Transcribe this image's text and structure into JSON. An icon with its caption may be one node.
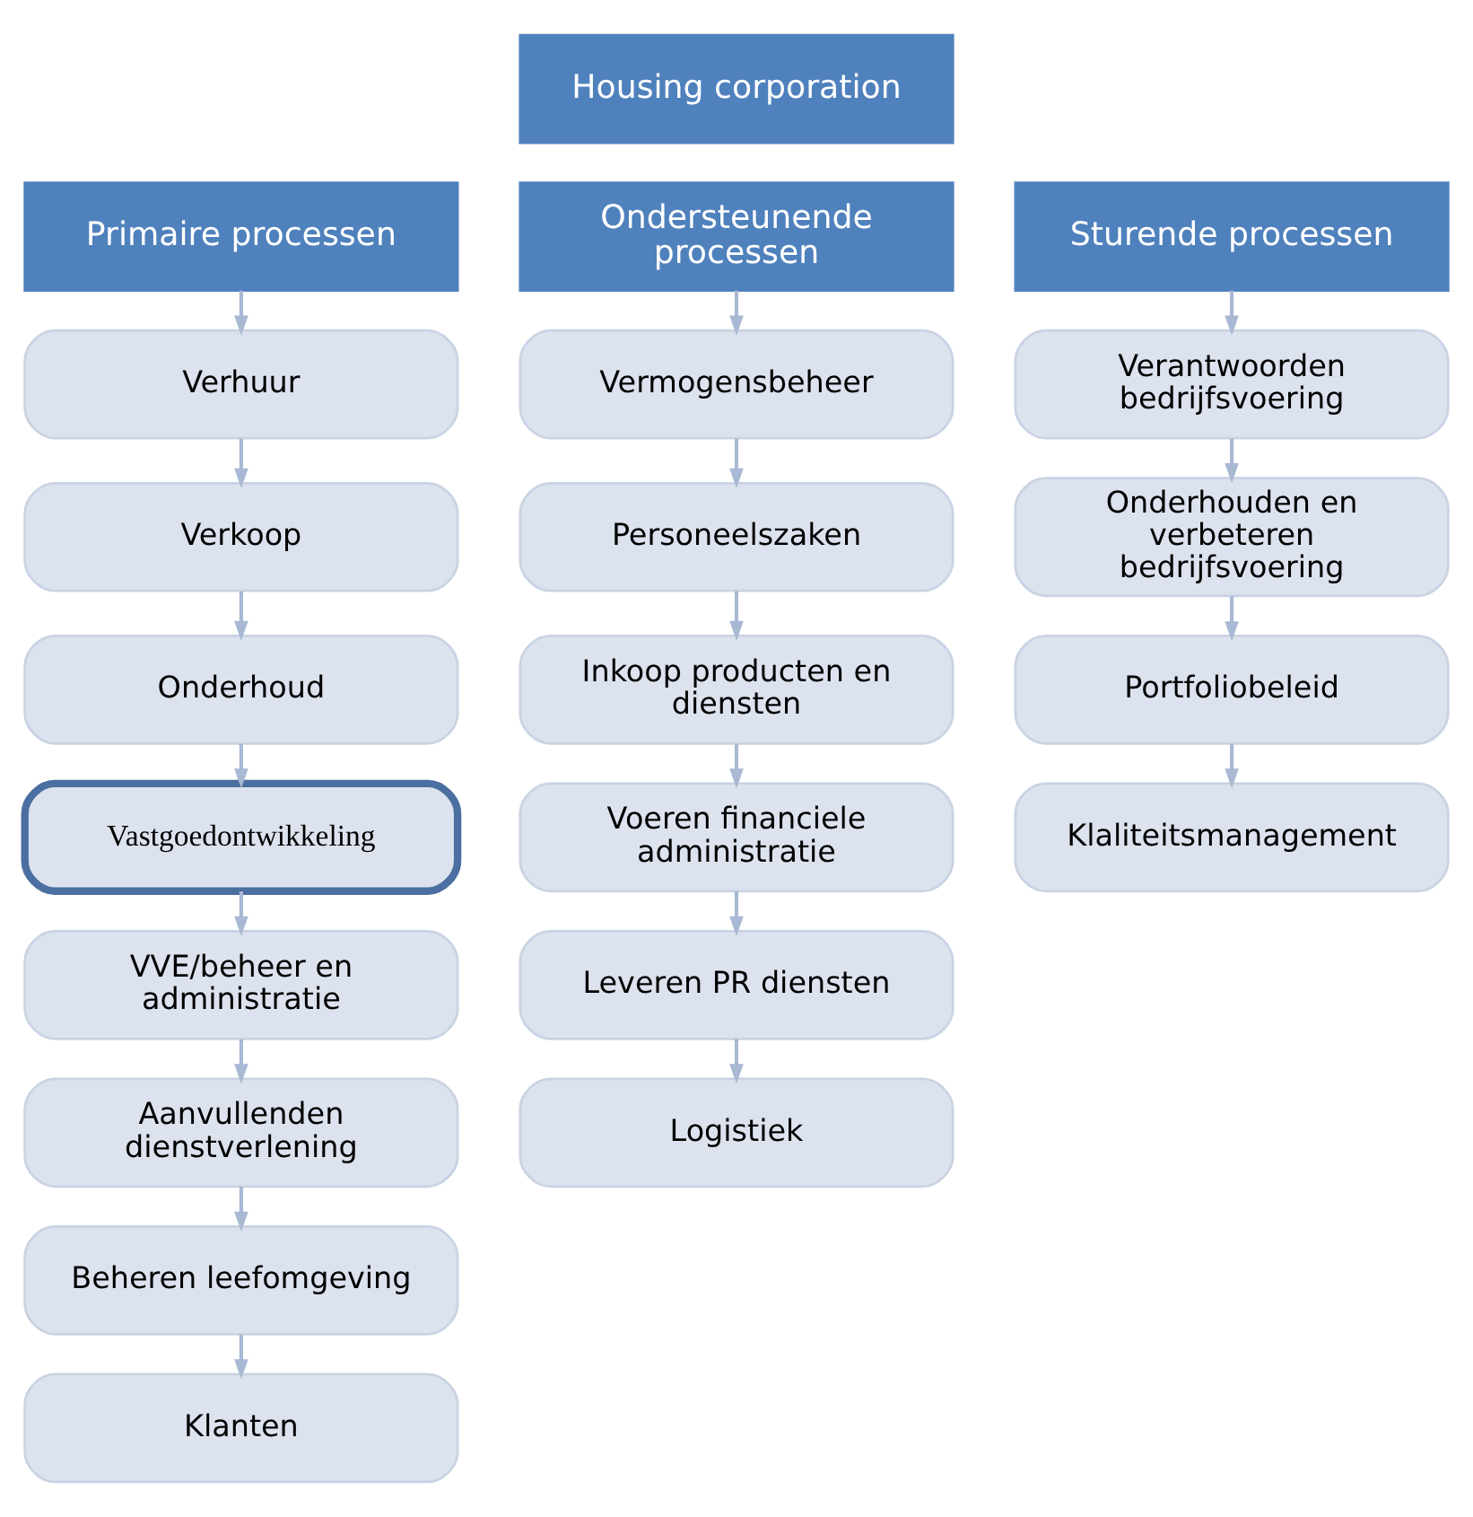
{
  "diagram": {
    "nodes": [
      {
        "text": [
          "Housing corporation"
        ]
      },
      {
        "text": [
          "Primaire processen"
        ]
      },
      {
        "text": [
          "Verhuur"
        ]
      },
      {
        "text": [
          "Verkoop"
        ]
      },
      {
        "text": [
          "Onderhoud"
        ]
      },
      {
        "text": [
          "Vastgoedontwikkeling"
        ]
      },
      {
        "text": [
          "VVE/beheer en administratie"
        ]
      },
      {
        "text": [
          "Aanvullenden dienstverlening"
        ]
      },
      {
        "text": [
          "Beheren leefomgeving"
        ]
      },
      {
        "text": [
          "Klanten"
        ]
      },
      {
        "text": [
          "Ondersteunende processen"
        ]
      },
      {
        "text": [
          "Vermogensbeheer"
        ]
      },
      {
        "text": [
          "Personeelszaken"
        ]
      },
      {
        "text": [
          "Inkoop producten en diensten"
        ]
      },
      {
        "text": [
          "Voeren financiele administratie"
        ]
      },
      {
        "text": [
          "Leveren PR diensten"
        ]
      },
      {
        "text": [
          "Logistiek"
        ]
      },
      {
        "text": [
          "Sturende processen"
        ]
      },
      {
        "text": [
          "Verantwoorden bedrijfsvoering"
        ]
      },
      {
        "text": [
          "Onderhouden en verbeteren bedrijfsvoering"
        ]
      },
      {
        "text": [
          "Portfoliobeleid"
        ]
      },
      {
        "text": [
          "Klaliteitsmanagement"
        ]
      }
    ],
    "edges": [
      {
        "from": 1,
        "to": 2,
        "arrow": "to"
      },
      {
        "from": 2,
        "to": 3,
        "arrow": "to"
      },
      {
        "from": 3,
        "to": 4,
        "arrow": "to"
      },
      {
        "from": 4,
        "to": 5,
        "arrow": "to"
      },
      {
        "from": 5,
        "to": 6,
        "arrow": "to"
      },
      {
        "from": 6,
        "to": 7,
        "arrow": "to"
      },
      {
        "from": 7,
        "to": 8,
        "arrow": "to"
      },
      {
        "from": 8,
        "to": 9,
        "arrow": "to"
      },
      {
        "from": 10,
        "to": 11,
        "arrow": "to"
      },
      {
        "from": 11,
        "to": 12,
        "arrow": "to"
      },
      {
        "from": 12,
        "to": 13,
        "arrow": "to"
      },
      {
        "from": 13,
        "to": 14,
        "arrow": "to"
      },
      {
        "from": 14,
        "to": 15,
        "arrow": "to"
      },
      {
        "from": 15,
        "to": 16,
        "arrow": "to"
      },
      {
        "from": 17,
        "to": 18,
        "arrow": "to"
      },
      {
        "from": 18,
        "to": 19,
        "arrow": "to"
      },
      {
        "from": 19,
        "to": 20,
        "arrow": "to"
      },
      {
        "from": 20,
        "to": 21,
        "arrow": "to"
      }
    ]
  }
}
